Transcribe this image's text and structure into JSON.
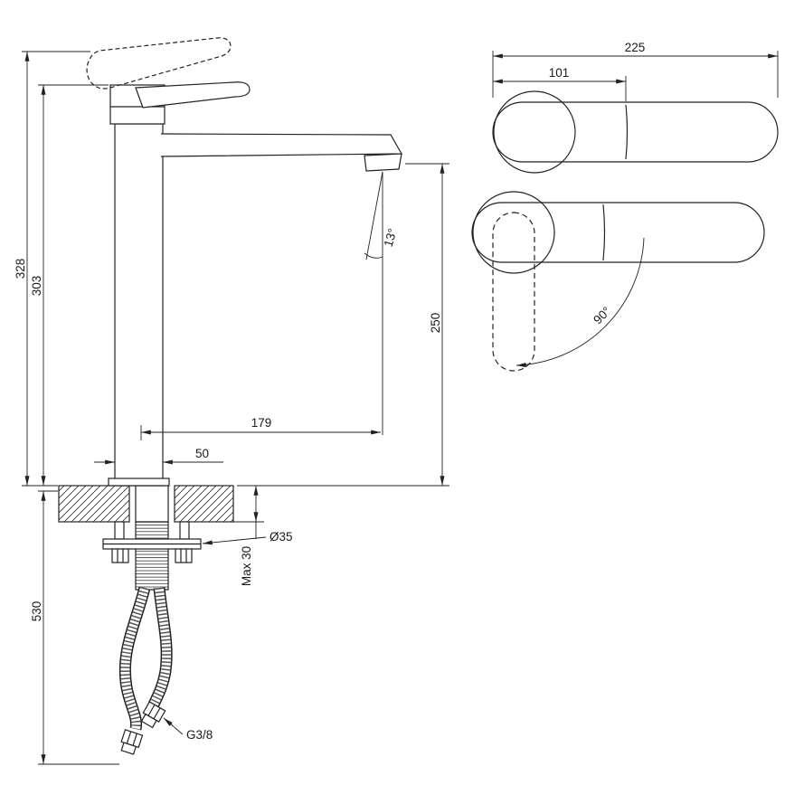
{
  "meta": {
    "background": "#ffffff",
    "line_color": "#222222",
    "drawing": "tall-basin-faucet-technical-drawing"
  },
  "side_view": {
    "height_total": "328",
    "height_body": "303",
    "hose_length": "530",
    "spout_height": "250",
    "spout_reach": "179",
    "base_width": "50",
    "stream_angle": "13°",
    "hole_diameter": "Ø35",
    "deck_thickness": "Max 30",
    "hose_thread": "G3/8"
  },
  "top_view": {
    "total_length": "225",
    "handle_length": "101",
    "handle_swivel": "90°"
  }
}
